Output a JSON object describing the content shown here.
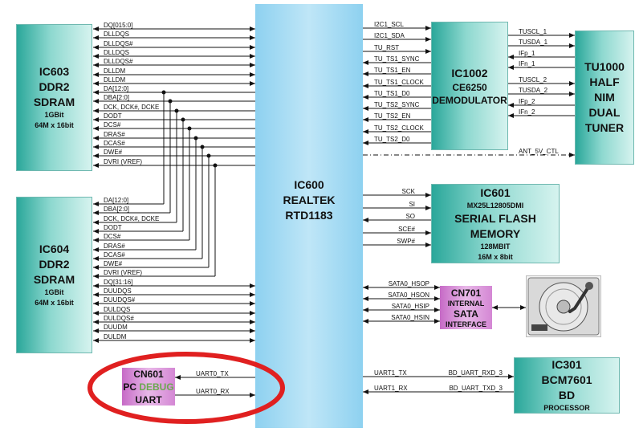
{
  "ic603": {
    "l1": "IC603",
    "l2": "DDR2",
    "l3": "SDRAM",
    "l4": "1GBit",
    "l5": "64M x 16bit"
  },
  "ic604": {
    "l1": "IC604",
    "l2": "DDR2",
    "l3": "SDRAM",
    "l4": "1GBit",
    "l5": "64M x 16bit"
  },
  "ic600": {
    "l1": "IC600",
    "l2": "REALTEK",
    "l3": "RTD1183"
  },
  "ic1002": {
    "l1": "IC1002",
    "l2": "CE6250",
    "l3": "DEMODULATOR"
  },
  "tu1000": {
    "l1": "TU1000",
    "l2": "HALF",
    "l3": "NIM",
    "l4": "DUAL",
    "l5": "TUNER"
  },
  "ic601": {
    "l1": "IC601",
    "l2": "MX25L12805DMI",
    "l3": "SERIAL FLASH",
    "l4": "MEMORY",
    "l5": "128MBIT",
    "l6": "16M x 8bit"
  },
  "cn701": {
    "l1": "CN701",
    "l2": "INTERNAL",
    "l3": "SATA",
    "l4": "INTERFACE"
  },
  "ic301": {
    "l1": "IC301",
    "l2": "BCM7601",
    "l3": "BD",
    "l4": "PROCESSOR"
  },
  "cn601": {
    "l1": "CN601",
    "l2a": "PC",
    "l2b": "DEBUG",
    "l3": "UART"
  },
  "colors": {
    "teal": "#2aa79a",
    "chip": "#8ed1f0",
    "pink": "#d487d4",
    "debug_text": "#6aa84f",
    "highlight": "#e02020"
  },
  "signals": {
    "ddr_upper": [
      "DQ[015:0]",
      "DLLDQS",
      "DLLDQS#",
      "DLLDQS",
      "DLLDQS#",
      "DLLDM",
      "DLLDM",
      "DA[12:0]",
      "DBA[2:0]",
      "DCK, DCK#, DCKE",
      "DODT",
      "DCS#",
      "DRAS#",
      "DCAS#",
      "DWE#",
      "DVRI (VREF)"
    ],
    "ddr_lower": [
      "DA[12:0]",
      "DBA[2:0]",
      "DCK, DCK#, DCKE",
      "DODT",
      "DCS#",
      "DRAS#",
      "DCAS#",
      "DWE#",
      "DVRI (VREF)",
      "DQ[31:16]",
      "DUUDQS",
      "DUUDQS#",
      "DULDQS",
      "DULDQS#",
      "DUUDM",
      "DULDM"
    ],
    "demod_left": [
      "I2C1_SCL",
      "I2C1_SDA",
      "TU_RST",
      "TU_TS1_SYNC",
      "TU_TS1_EN",
      "TU_TS1_CLOCK",
      "TU_TS1_D0",
      "TU_TS2_SYNC",
      "TU_TS2_EN",
      "TU_TS2_CLOCK",
      "TU_TS2_D0"
    ],
    "demod_right": [
      "TUSCL_1",
      "TUSDA_1",
      "IFp_1",
      "IFn_1",
      "TUSCL_2",
      "TUSDA_2",
      "IFp_2",
      "IFn_2"
    ],
    "ant": "ANT_5V_CTL",
    "flash": [
      "SCK",
      "SI",
      "SO",
      "SCE#",
      "SWP#"
    ],
    "sata": [
      "SATA0_HSOP",
      "SATA0_HSON",
      "SATA0_HSIP",
      "SATA0_HSIN"
    ],
    "uart1": [
      "UART1_TX",
      "UART1_RX"
    ],
    "bd": [
      "BD_UART_RXD_3",
      "BD_UART_TXD_3"
    ],
    "uart0": [
      "UART0_TX",
      "UART0_RX"
    ]
  }
}
